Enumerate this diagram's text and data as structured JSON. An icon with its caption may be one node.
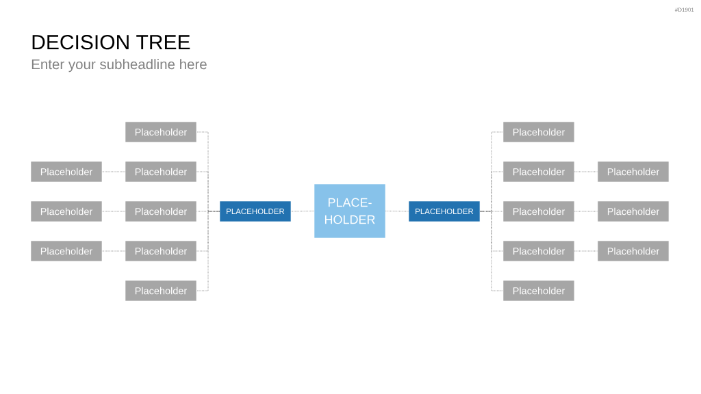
{
  "diagram": {
    "title": "DECISION TREE",
    "nodes": [
      {
        "text": [
          "Placeholder"
        ]
      },
      {
        "text": [
          "Placeholder"
        ]
      },
      {
        "text": [
          "Placeholder"
        ]
      },
      {
        "text": [
          "Placeholder"
        ]
      },
      {
        "text": [
          "Placeholder"
        ]
      },
      {
        "text": [
          "Placeholder"
        ]
      },
      {
        "text": [
          "Placeholder"
        ]
      },
      {
        "text": [
          "Placeholder"
        ]
      },
      {
        "text": [
          "PLACEHOLDER"
        ]
      },
      {
        "text": [
          "PLACE- HOLDER"
        ]
      },
      {
        "text": [
          "PLACEHOLDER"
        ]
      },
      {
        "text": [
          "Placeholder"
        ]
      },
      {
        "text": [
          "Placeholder"
        ]
      },
      {
        "text": [
          "Placeholder"
        ]
      },
      {
        "text": [
          "Placeholder"
        ]
      },
      {
        "text": [
          "Placeholder"
        ]
      },
      {
        "text": [
          "Placeholder"
        ]
      },
      {
        "text": [
          "Placeholder"
        ]
      },
      {
        "text": [
          "Placeholder"
        ]
      }
    ],
    "edges": [
      {
        "from": 9,
        "to": 8,
        "arrow": "none"
      },
      {
        "from": 9,
        "to": 10,
        "arrow": "none"
      },
      {
        "from": 8,
        "to": 0,
        "arrow": "none"
      },
      {
        "from": 8,
        "to": 3,
        "arrow": "none"
      },
      {
        "from": 8,
        "to": 7,
        "arrow": "none"
      },
      {
        "from": 8,
        "to": 14,
        "arrow": "none"
      },
      {
        "from": 8,
        "to": 17,
        "arrow": "none"
      },
      {
        "from": 3,
        "to": 2,
        "arrow": "none"
      },
      {
        "from": 7,
        "to": 6,
        "arrow": "none"
      },
      {
        "from": 14,
        "to": 13,
        "arrow": "none"
      },
      {
        "from": 10,
        "to": 1,
        "arrow": "none"
      },
      {
        "from": 10,
        "to": 4,
        "arrow": "none"
      },
      {
        "from": 10,
        "to": 11,
        "arrow": "none"
      },
      {
        "from": 10,
        "to": 15,
        "arrow": "none"
      },
      {
        "from": 10,
        "to": 18,
        "arrow": "none"
      },
      {
        "from": 4,
        "to": 5,
        "arrow": "none"
      },
      {
        "from": 11,
        "to": 12,
        "arrow": "none"
      },
      {
        "from": 15,
        "to": 16,
        "arrow": "none"
      }
    ],
    "labels": [
      "#D1901",
      "Enter your subheadline here"
    ]
  }
}
